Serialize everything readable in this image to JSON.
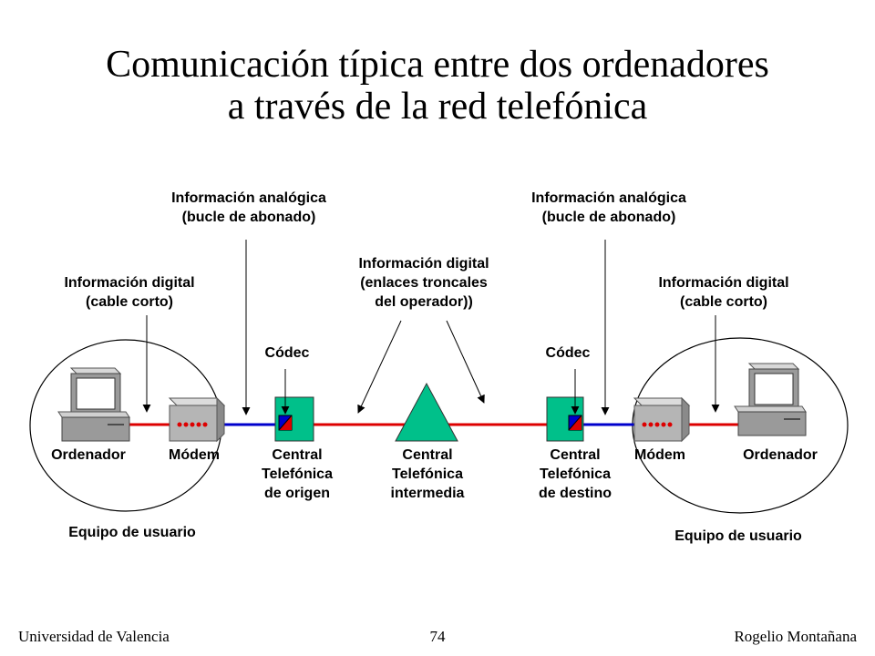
{
  "slide": {
    "title_line1": "Comunicación típica entre dos ordenadores",
    "title_line2": "a través de la red telefónica"
  },
  "labels": {
    "analog_left_1": "Información analógica",
    "analog_left_2": "(bucle de abonado)",
    "analog_right_1": "Información analógica",
    "analog_right_2": "(bucle de abonado)",
    "digital_short_left_1": "Información digital",
    "digital_short_left_2": "(cable corto)",
    "digital_short_right_1": "Información digital",
    "digital_short_right_2": "(cable corto)",
    "digital_trunk_1": "Información digital",
    "digital_trunk_2": "(enlaces troncales",
    "digital_trunk_3": "del operador))",
    "codec_left": "Códec",
    "codec_right": "Códec"
  },
  "nodes": {
    "computer_left": "Ordenador",
    "modem_left": "Módem",
    "central_origin_1": "Central",
    "central_origin_2": "Telefónica",
    "central_origin_3": "de origen",
    "central_mid_1": "Central",
    "central_mid_2": "Telefónica",
    "central_mid_3": "intermedia",
    "central_dest_1": "Central",
    "central_dest_2": "Telefónica",
    "central_dest_3": "de destino",
    "modem_right": "Módem",
    "computer_right": "Ordenador"
  },
  "groups": {
    "user_left": "Equipo de usuario",
    "user_right": "Equipo de usuario"
  },
  "footer": {
    "left": "Universidad de Valencia",
    "page": "74",
    "right": "Rogelio Montañana"
  },
  "colors": {
    "analog_line": "#0000cc",
    "digital_line": "#dd0000",
    "central": "#00c08a",
    "modem": "#b5b5b5"
  }
}
